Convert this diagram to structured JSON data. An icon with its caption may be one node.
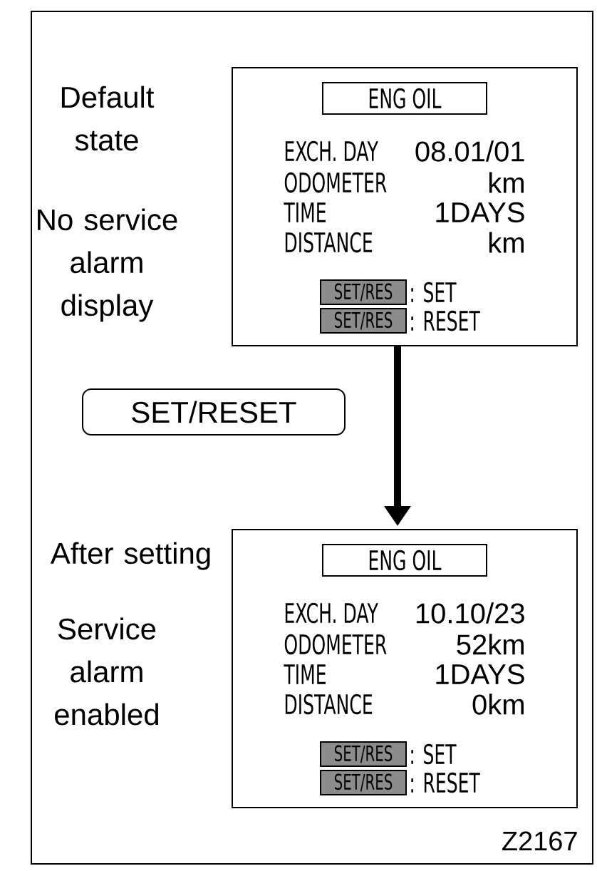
{
  "diagram": {
    "nodes": [
      {
        "text": [
          "EXCH. DAY",
          "08.01/01",
          "ODOMETER",
          "km",
          "TIME",
          "1DAYS",
          "DISTANCE",
          "km",
          ": SET",
          ": RESET"
        ],
        "beside": [
          "Default state",
          "No service alarm display"
        ]
      },
      {
        "text": [
          "ENG OIL"
        ],
        "in": 0
      },
      {
        "text": [
          "SET/RES"
        ],
        "in": 0
      },
      {
        "text": [
          "SET/RES"
        ],
        "in": 0
      },
      {
        "text": [
          "SET/RESET"
        ]
      },
      {
        "text": [
          "EXCH. DAY",
          "10.10/23",
          "ODOMETER",
          "52km",
          "TIME",
          "1DAYS",
          "DISTANCE",
          "0km",
          ": SET",
          ": RESET"
        ],
        "beside": [
          "After setting",
          "Service alarm enabled"
        ]
      },
      {
        "text": [
          "ENG OIL"
        ],
        "in": 5
      },
      {
        "text": [
          "SET/RES"
        ],
        "in": 5
      },
      {
        "text": [
          "SET/RES"
        ],
        "in": 5
      }
    ],
    "edges": [
      {
        "from": 0,
        "to": 5,
        "arrow": "to"
      }
    ],
    "labels": [
      "Z2167"
    ]
  }
}
